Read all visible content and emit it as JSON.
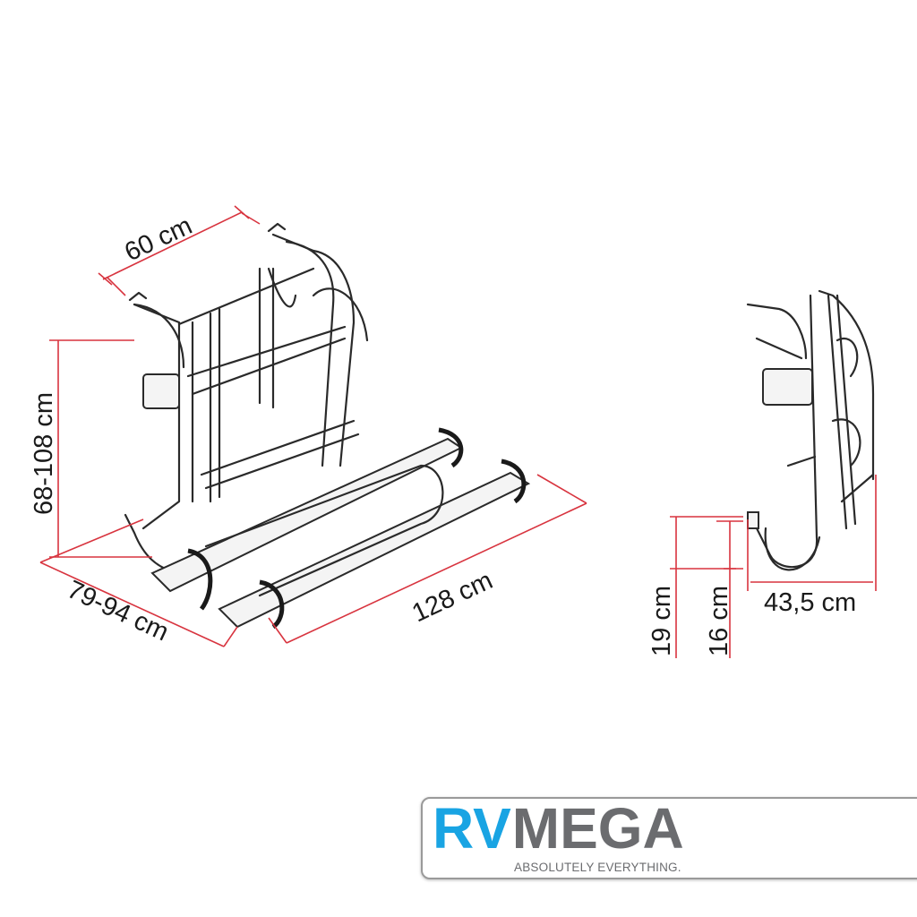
{
  "dimensions": {
    "width_top": "60 cm",
    "height": "68-108 cm",
    "depth_base": "79-94 cm",
    "length_rails": "128 cm",
    "side_depth": "43,5 cm",
    "side_drop_outer": "19 cm",
    "side_drop_inner": "16 cm"
  },
  "logo": {
    "brand_part1": "RV",
    "brand_part2": "MEGA",
    "tagline": "ABSOLUTELY EVERYTHING."
  },
  "colors": {
    "dimension_line": "#d8343f",
    "brand_blue": "#19a4e3",
    "brand_gray": "#6b6c6f"
  }
}
